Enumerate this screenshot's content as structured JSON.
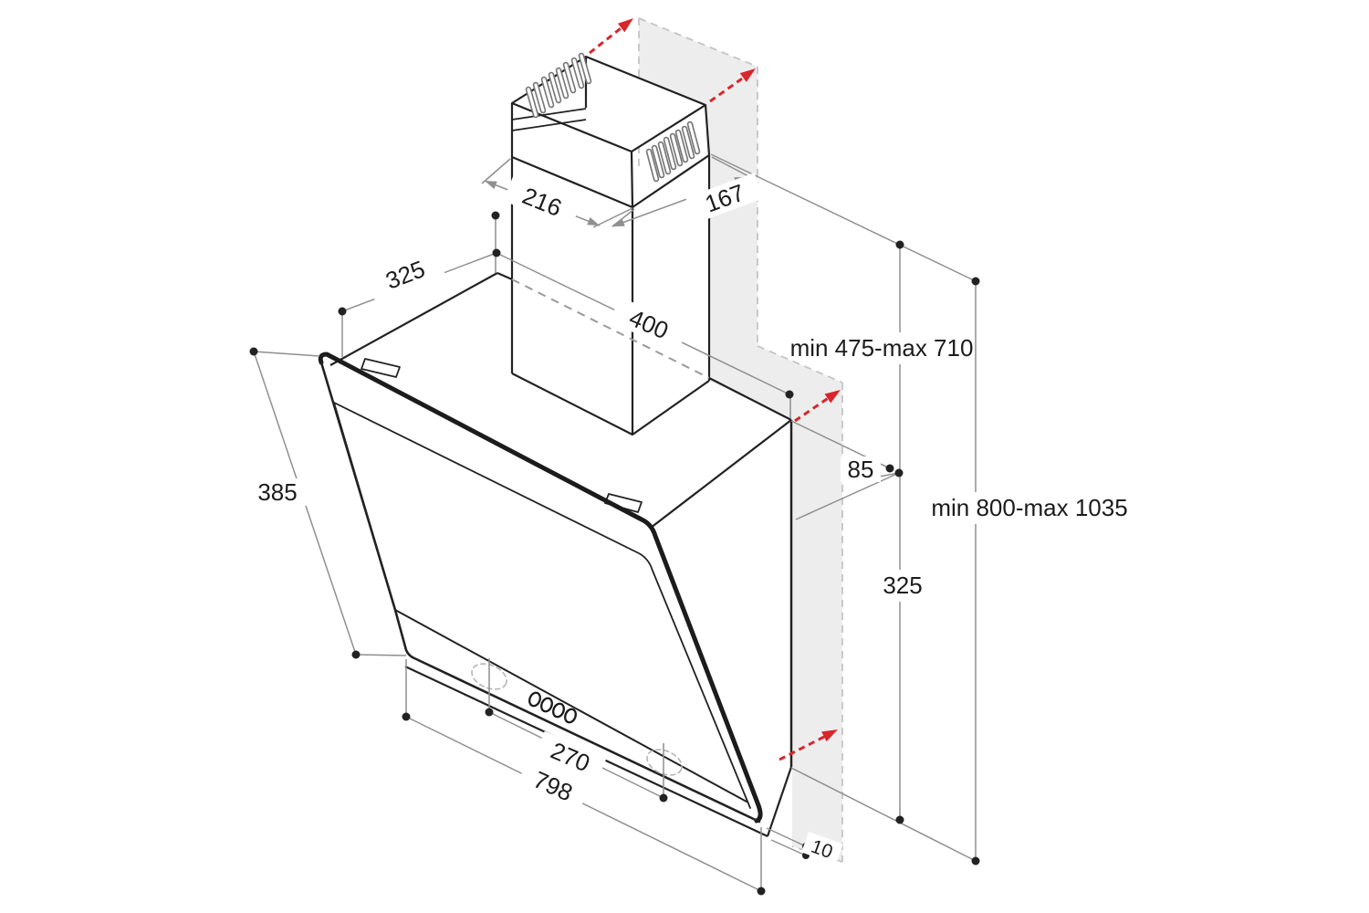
{
  "diagram": {
    "type": "appliance installation drawing",
    "subject": "wall-mounted angled cooker hood with telescopic chimney",
    "colors": {
      "line": "#222222",
      "dimension_line": "#8f8f8f",
      "extension_zone_fill": "#ededed",
      "extension_zone_dash": "#c4c4c4",
      "hidden_edge_dash": "#9a9a9a",
      "arrow_red": "#d8262a",
      "background": "#ffffff"
    },
    "dimensions": {
      "chimney_width": "216",
      "chimney_depth": "167",
      "top_depth": "325",
      "chimney_height": "400",
      "chimney_extension_range": "min 475-max 710",
      "rear_offset": "85",
      "total_height_range": "min 800-max 1035",
      "rear_height": "325",
      "front_panel_height": "385",
      "fixing_centres": "270",
      "body_width": "798",
      "bottom_gap": "10"
    }
  }
}
